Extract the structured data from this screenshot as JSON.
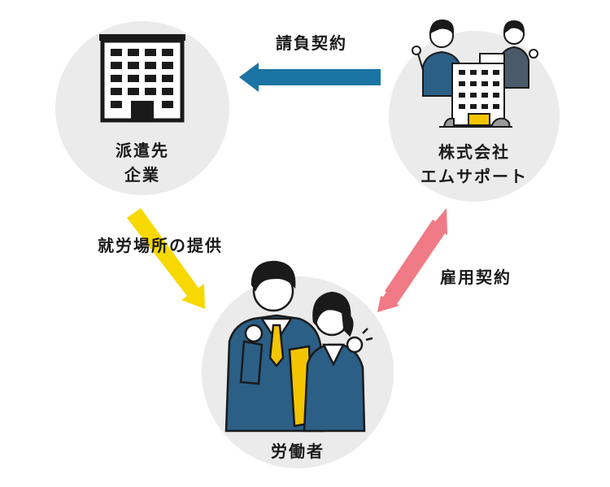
{
  "nodes": {
    "client": {
      "line1": "派遣先",
      "line2": "企業"
    },
    "company": {
      "line1": "株式会社",
      "line2": "エムサポート"
    },
    "worker": {
      "label": "労働者"
    }
  },
  "edges": {
    "dispatch_contract": {
      "label": "請負契約",
      "color": "#1b74a3"
    },
    "work_place": {
      "label": "就労場所の提供",
      "color": "#f7d800"
    },
    "employment_contract": {
      "label": "雇用契約",
      "color": "#f07a86"
    }
  },
  "colors": {
    "circle": "#ebebeb",
    "suit": "#2b5f86",
    "dark": "#1a1a1a",
    "tie": "#f2c500"
  }
}
